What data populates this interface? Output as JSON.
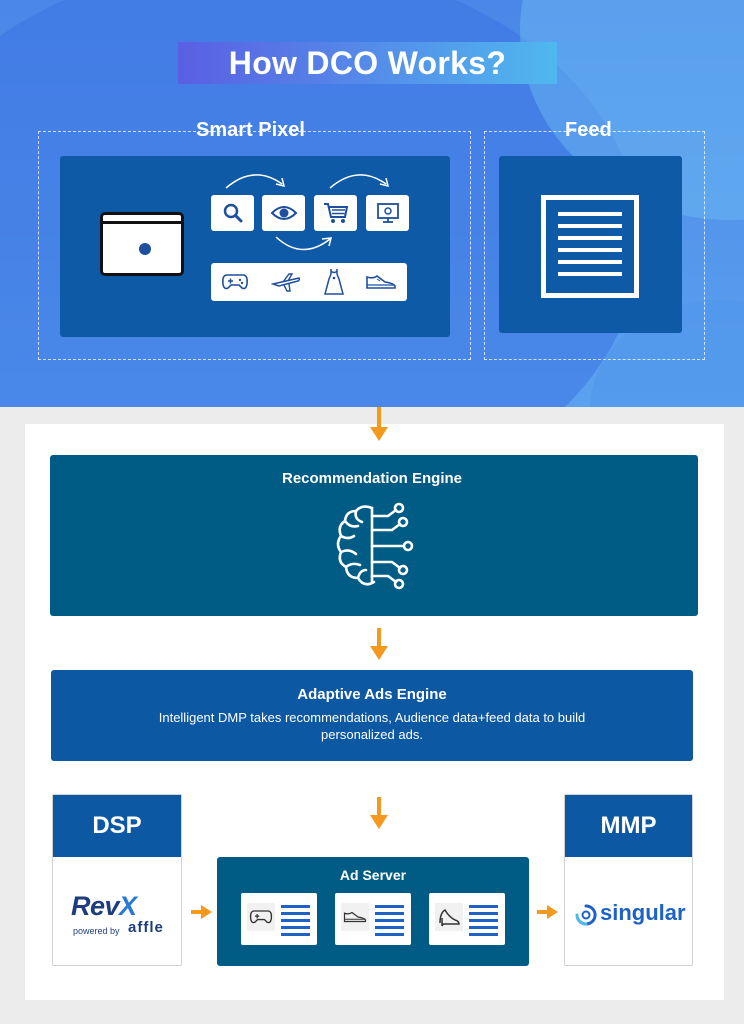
{
  "title": "How DCO Works?",
  "smart_pixel": {
    "label": "Smart Pixel",
    "steps": [
      "search-icon",
      "eye-icon",
      "cart-icon",
      "checkout-screen-icon"
    ],
    "categories": [
      "gamepad-icon",
      "airplane-icon",
      "dress-icon",
      "sneaker-icon"
    ]
  },
  "feed": {
    "label": "Feed",
    "icon": "document-icon"
  },
  "recommendation_engine": {
    "title": "Recommendation Engine",
    "icon": "brain-circuit-icon"
  },
  "adaptive_engine": {
    "title": "Adaptive Ads Engine",
    "description": "Intelligent DMP takes recommendations, Audience data+feed data to build personalized ads."
  },
  "dsp": {
    "label": "DSP",
    "brand": "Rev",
    "brand_x": "X",
    "powered": "powered by",
    "partner": "affle"
  },
  "ad_server": {
    "title": "Ad Server",
    "ads": [
      "gamepad-icon",
      "sneaker-icon",
      "heel-icon"
    ]
  },
  "mmp": {
    "label": "MMP",
    "brand": "singular"
  },
  "colors": {
    "accent_arrow": "#f39a1e",
    "panel_blue": "#0d58a3",
    "teal": "#005b85"
  }
}
